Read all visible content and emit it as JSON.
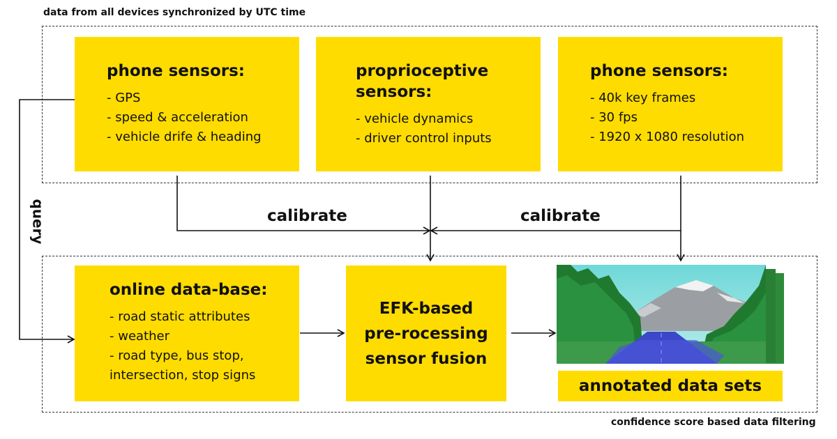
{
  "top_region_label": "data from all devices synchronized by UTC time",
  "bottom_region_label": "confidence score based data filtering",
  "boxes": {
    "phone_sensors_left": {
      "title": "phone sensors:",
      "items": [
        "- GPS",
        "- speed & acceleration",
        "- vehicle drife & heading"
      ]
    },
    "proprioceptive": {
      "title_line1": "proprioceptive",
      "title_line2": "sensors:",
      "items": [
        "- vehicle dynamics",
        "- driver control inputs"
      ]
    },
    "phone_sensors_right": {
      "title": "phone sensors:",
      "items": [
        "- 40k key frames",
        "- 30 fps",
        "- 1920 x 1080 resolution"
      ]
    },
    "online_database": {
      "title": "online data-base:",
      "items": [
        "- road static attributes",
        "- weather",
        "- road type, bus stop,",
        "intersection, stop signs"
      ]
    },
    "efk_fusion": {
      "lines": [
        "EFK-based",
        "pre-rocessing",
        "sensor fusion"
      ]
    },
    "annotated": {
      "title": "annotated data sets"
    }
  },
  "edge_labels": {
    "calibrate_left": "calibrate",
    "calibrate_right": "calibrate",
    "query": "query"
  },
  "colors": {
    "box_fill": "#FFDC00",
    "line": "#111111",
    "dashed_border": "#333333"
  }
}
